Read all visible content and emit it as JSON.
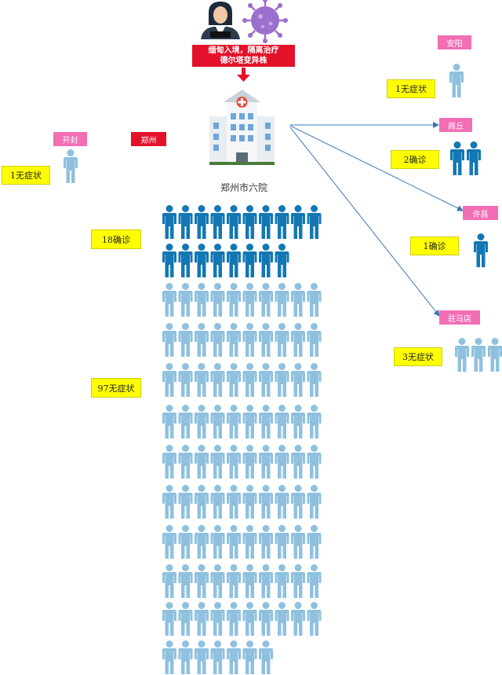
{
  "source": {
    "line1": "缅甸入境，隔离治疗",
    "line2": "德尔塔变异株"
  },
  "hospital": {
    "label": "郑州市六院"
  },
  "cities": {
    "zhengzhou": "郑州",
    "kaifeng": "开封",
    "anyang": "安阳",
    "shangqiu": "商丘",
    "xuchang": "许昌",
    "zhumadian": "驻马店"
  },
  "counts": {
    "kaifeng": "1无症状",
    "anyang": "1无症状",
    "shangqiu": "2确诊",
    "xuchang": "1确诊",
    "zhumadian": "3无症状",
    "zhengzhou_confirmed": "18确诊",
    "zhengzhou_asymptomatic": "97无症状"
  },
  "figures": {
    "kaifeng_asymptomatic": 1,
    "anyang_asymptomatic": 1,
    "shangqiu_confirmed": 2,
    "xuchang_confirmed": 1,
    "zhumadian_asymptomatic": 3,
    "zhengzhou_confirmed": 18,
    "zhengzhou_asymptomatic": 97
  },
  "colors": {
    "confirmed": "#1377b3",
    "asymptomatic": "#8fc1df",
    "yellow_label": "#ffff00",
    "city_label": "#f26eb5",
    "source_label": "#e3122a",
    "arrow": "#3a78b8"
  },
  "icons": {
    "person": "person-icon",
    "doctor": "doctor-icon",
    "virus": "virus-icon",
    "hospital": "hospital-icon"
  }
}
